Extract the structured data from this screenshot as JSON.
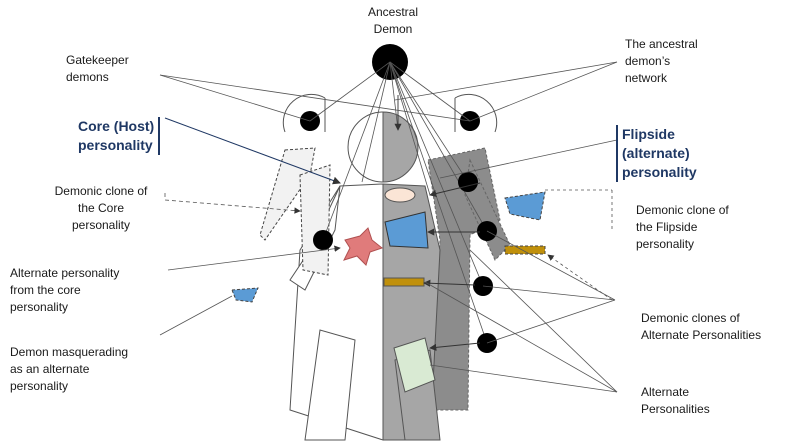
{
  "labels": {
    "ancestral_demon": "Ancestral\nDemon",
    "gatekeeper_demons": "Gatekeeper\ndemons",
    "ancestral_network": "The ancestral\ndemon’s\nnetwork",
    "core_personality": "Core (Host)\npersonality",
    "flipside_personality": "Flipside\n(alternate)\npersonality",
    "demonic_clone_core": "Demonic clone of\nthe Core\npersonality",
    "demonic_clone_flipside": "Demonic clone of\nthe Flipside\npersonality",
    "alternate_from_core": "Alternate personality\nfrom the core\npersonality",
    "demonic_clones_alternates": "Demonic clones of\nAlternate Personalities",
    "demon_masquerading": "Demon masquerading\nas an alternate\npersonality",
    "alternate_personalities": "Alternate\nPersonalities"
  },
  "colors": {
    "demon": "#000000",
    "flipside_body": "#a6a6a6",
    "core_body": "#ffffff",
    "shadow_body": "#7f7f7f",
    "clone_blue": "#5b9bd5",
    "clone_orange": "#c0900c",
    "heart_pink": "#e07b7b",
    "alternate_green": "#d9ead3",
    "accent_navy": "#1f3864"
  }
}
